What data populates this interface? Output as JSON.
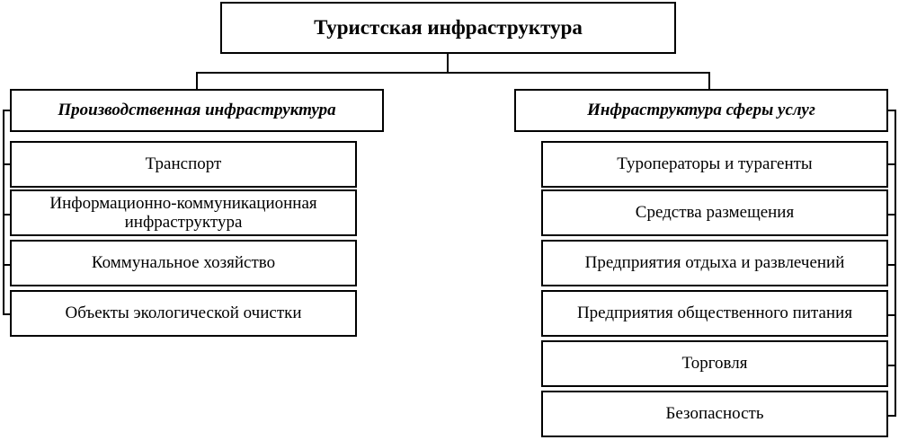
{
  "diagram": {
    "type": "hierarchy-tree",
    "title": "Туристская инфраструктура",
    "line_color": "#000000",
    "box_fill": "#ffffff",
    "branches": [
      {
        "id": "production",
        "header": "Производственная инфраструктура",
        "side": "left",
        "items": [
          {
            "label": "Транспорт"
          },
          {
            "label": "Информационно-коммуникационная инфраструктура"
          },
          {
            "label": "Коммунальное хозяйство"
          },
          {
            "label": "Объекты экологической очистки"
          }
        ]
      },
      {
        "id": "services",
        "header": "Инфраструктура сферы услуг",
        "side": "right",
        "items": [
          {
            "label": "Туроператоры и турагенты"
          },
          {
            "label": "Средства размещения"
          },
          {
            "label": "Предприятия отдыха и развлечений"
          },
          {
            "label": "Предприятия общественного питания"
          },
          {
            "label": "Торговля"
          },
          {
            "label": "Безопасность"
          }
        ]
      }
    ]
  }
}
